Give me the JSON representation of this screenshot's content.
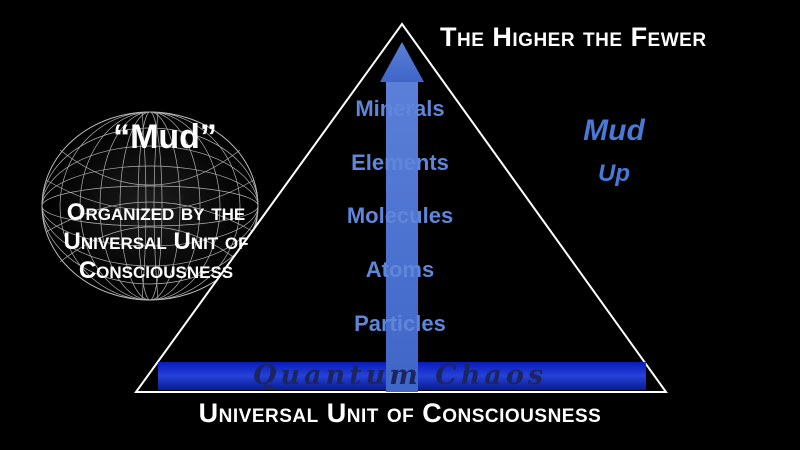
{
  "titles": {
    "top": "The Higher the Fewer",
    "bottom": "Universal Unit of Consciousness"
  },
  "torus": {
    "quote": "“Mud”",
    "caption": "Organized by the Universal Unit of Consciousness"
  },
  "pyramid": {
    "levels": [
      "Minerals",
      "Elements",
      "Molecules",
      "Atoms",
      "Particles"
    ],
    "base_label": "Quantum Chaos",
    "arrow_color": "#5f86d8",
    "base_color": "#1b2fd0"
  },
  "side_note": {
    "line1": "Mud",
    "line2": "Up",
    "color": "#4a78d6"
  }
}
